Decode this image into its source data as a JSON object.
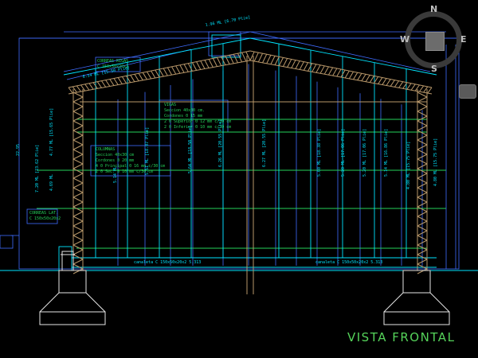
{
  "view_title": "VISTA FRONTAL",
  "viewcube": {
    "north": "N",
    "south": "S",
    "east": "E",
    "west": "W"
  },
  "labels": {
    "ridge_slope": "1.96 ML [6.70 Plie]",
    "left_slope": "8.54 ML [15.50 Plie]",
    "correa_title": "CORREAS RIGAS",
    "correa_spec": "C 150x50x20x2",
    "viga_title": "VIGAS",
    "viga_l1": "Seccion 40x30 cm.",
    "viga_l2": "Cordones 0 15 mm",
    "viga_l3": "2 0 Superior 0 12 mm c/30 cm",
    "viga_l4": "2 0 Inferior 0 10 mm c/30 cm",
    "col_title": "COLUMNAS",
    "col_l1": "Seccion 40x30 cm",
    "col_l2": "Cordones 0 20 mm",
    "col_l3": "4 0 Principal 0 16 mm c/30 cm",
    "col_l4": "2 0 Sec. 0 10 mm c/30 cm",
    "side_title": "CORREAS LAT.",
    "side_spec": "C 150x50x20x2",
    "bottom_left": "canaleta C 150x50x20x2 5.313",
    "bottom_right": "canaleta C 150x50x20x2 5.313",
    "dim_total": "7.20 ML [23.62 Plie]",
    "dim_mid": "4.77 ML [15.65 Plie]",
    "dim_low": "4.69 ML",
    "dim_axis": "5.14 ML",
    "dim_1": "5.51 ML [18.07 Plie]",
    "dim_2": "5.64 ML [18.50 Plie]",
    "dim_3": "6.26 ML [20.55 Plie]",
    "dim_4": "6.27 ML [20.55 Plie]",
    "dim_5": "5.60 ML [18.38 Plie]",
    "dim_6": "5.20 ML [17.06 Plie]",
    "dim_7": "5.20 ML [17.06 Plie]",
    "dim_8": "5.14 ML [16.86 Plie]",
    "dim_right_a": "4.80 ML [15.75 Plie]",
    "dim_right_b": "4.80 ML [15.75 Plie]",
    "dim_far_left": "22.95"
  },
  "colors": {
    "cyan": "#00e5ff",
    "blue": "#3f6cff",
    "green": "#25d25a",
    "truss": "#b9986a",
    "white": "#e6e6e6",
    "gray": "#9a9a9a"
  }
}
